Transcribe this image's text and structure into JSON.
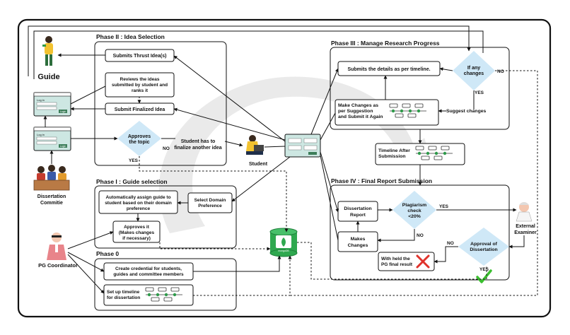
{
  "actors": {
    "guide": "Guide",
    "committee": "Dissertation\nCommitie",
    "coordinator": "PG Coordinator",
    "student": "Student",
    "examiner": "External\nExaminer"
  },
  "phases": {
    "p2": "Phase II : Idea Selection",
    "p3": "Phase III : Manage Research Progress",
    "p1": "Phase I : Guide selection",
    "p4": "Phase IV : Final Report Submission",
    "p0": "Phase 0"
  },
  "nodes": {
    "submit_thrust": "Submits Thrust Idea(s)",
    "review_ideas": "Reviews the ideas\nsubmitted by student and\nranks it",
    "submit_finalized": "Submit Finalized Idea",
    "approves_topic": "Approves\nthe topic",
    "student_has_to": "Student has to\nfinalize another idea",
    "submits_details": "Submits the details as per timeline.",
    "if_any_changes": "If any\nchanges",
    "make_changes": "Make Changes as\nper Suggestion\nand Submit it Again",
    "suggest_changes": "Suggest changes",
    "timeline_after": "Timeline After\nSubmission",
    "auto_assign": "Automatically assign guide to\nstudent based on their domain\npreference",
    "select_domain": "Select Domain\nPreference",
    "approves_it": "Approves it\n(Makes changes\nif necessary)",
    "dissertation_report": "Dissertation\nReport",
    "plagiarism": "Plagiarism\ncheck\n<20%",
    "makes_changes": "Makes\nChanges",
    "approval_dissertation": "Approval of\nDissertation",
    "withheld": "With held the\nPG final result",
    "create_credential": "Create credential for students,\nguides and committee members",
    "setup_timeline": "Set up timeline\nfor dissertation"
  },
  "labels": {
    "no": "NO",
    "yes": "YES",
    "mongodb": "mongoDB"
  },
  "login": {
    "title": "Log in",
    "button": "Login"
  },
  "colors": {
    "diamond": "#cfe8f7",
    "screen": "#cde7e2",
    "timeline_dot": "#2e9a4a",
    "check": "#3bbf2f",
    "cross": "#e0322b",
    "db": "#2fa84f",
    "swoosh": "#e6e6e6"
  }
}
